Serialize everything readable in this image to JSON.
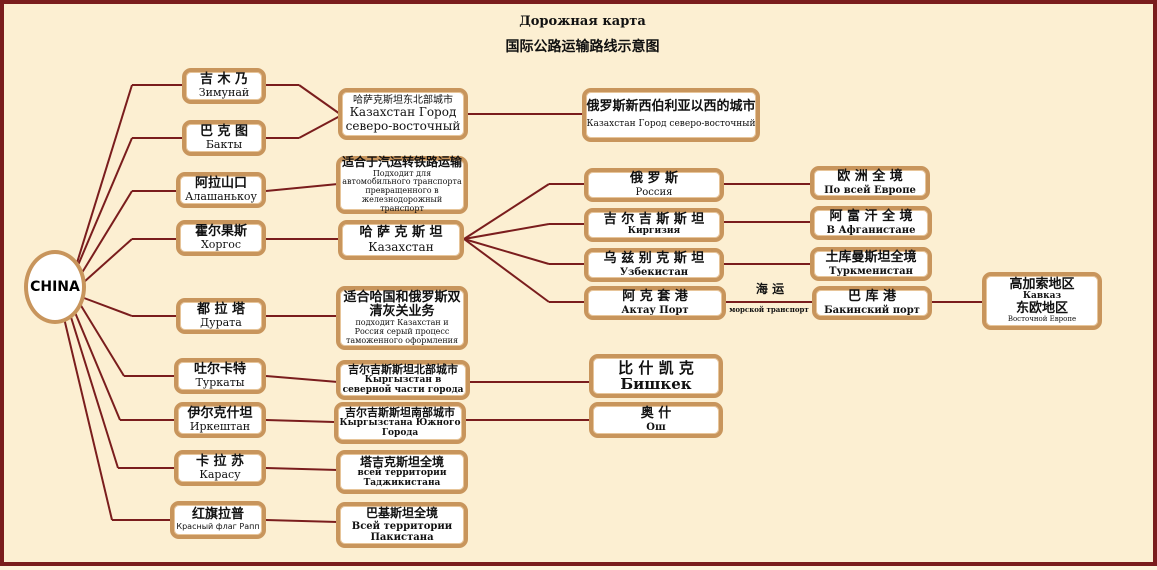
{
  "title_ru": "Дорожная карта",
  "title_cn": "国际公路运输路线示意图",
  "center": "CHINA",
  "sea": {
    "cn": "海 运",
    "ru": "морской транспорт"
  },
  "ports": [
    {
      "cn": "吉 木 乃",
      "ru": "Зимунай"
    },
    {
      "cn": "巴 克 图",
      "ru": "Бакты"
    },
    {
      "cn": "阿拉山口",
      "ru": "Алашанькоу"
    },
    {
      "cn": "霍尔果斯",
      "ru": "Хоргос"
    },
    {
      "cn": "都 拉 塔",
      "ru": "Дурата"
    },
    {
      "cn": "吐尔卡特",
      "ru": "Туркаты"
    },
    {
      "cn": "伊尔克什坦",
      "ru": "Иркештан"
    },
    {
      "cn": "卡 拉 苏",
      "ru": "Карасу"
    },
    {
      "cn": "红旗拉普",
      "ru": "Красный флаг Рапп"
    }
  ],
  "mid": [
    {
      "cn": "哈萨克斯坦东北部城市",
      "ru1": "Казахстан Город",
      "ru2": "северо-восточный"
    },
    {
      "cn": "适合于汽运转铁路运输",
      "ru": "Подходит для автомобильного транспорта  превращенного в железнодорожный транспорт"
    },
    {
      "cn": "哈 萨 克 斯 坦",
      "ru": "Казахстан"
    },
    {
      "cn": "适合哈国和俄罗斯双清灰关业务",
      "ru": "подходит Казахстан и Россия серый процесс таможенного оформления"
    },
    {
      "cn": "吉尔吉斯斯坦北部城市",
      "ru": "Кыргызстан в северной части города"
    },
    {
      "cn": "吉尔吉斯斯坦南部城市",
      "ru": "Кыргызстана Южного Города"
    },
    {
      "cn": "塔吉克斯坦全境",
      "ru": "всей территории Таджикистана"
    },
    {
      "cn": "巴基斯坦全境",
      "ru": "Всей территории Пакистана"
    }
  ],
  "kz_dest": [
    {
      "cn": "俄 罗 斯",
      "ru": "Россия"
    },
    {
      "cn": "吉 尔 吉 斯 斯 坦",
      "ru": "Киргизия"
    },
    {
      "cn": "乌 兹 别 克 斯 坦",
      "ru": "Узбекистан"
    },
    {
      "cn": "阿 克 套 港",
      "ru": "Актау  Порт"
    }
  ],
  "far": [
    {
      "cn": "欧 洲 全 境",
      "ru": "По всей Европе"
    },
    {
      "cn": "阿 富 汗 全 境",
      "ru": "В  Афганистане"
    },
    {
      "cn": "土库曼斯坦全境",
      "ru": "Туркменистан"
    },
    {
      "cn": "巴   库   港",
      "ru": "Бакинский  порт"
    }
  ],
  "russia_west": {
    "cn": "俄罗斯新西伯利亚以西的城市",
    "ru": "Казахстан Город северо-восточный"
  },
  "caucasus": {
    "cn1": "高加索地区",
    "ru1": "Кавказ",
    "cn2": "东欧地区",
    "ru2": "Восточной Европе"
  },
  "bishkek": {
    "cn": "比 什 凯 克",
    "ru": "Бишкек"
  },
  "osh": {
    "cn": "奥     什",
    "ru": "Ош"
  }
}
